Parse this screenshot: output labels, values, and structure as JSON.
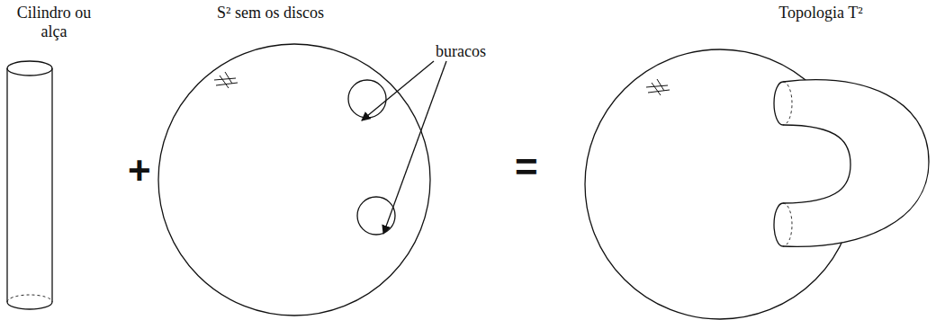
{
  "diagram": {
    "nodes": [
      {
        "text": [
          "Cilindro ou alça"
        ]
      },
      {
        "text": [
          "S² sem os discos"
        ]
      },
      {
        "text": [
          "Topologia T²"
        ]
      }
    ],
    "labels": [
      "+",
      "buracos",
      "="
    ]
  }
}
